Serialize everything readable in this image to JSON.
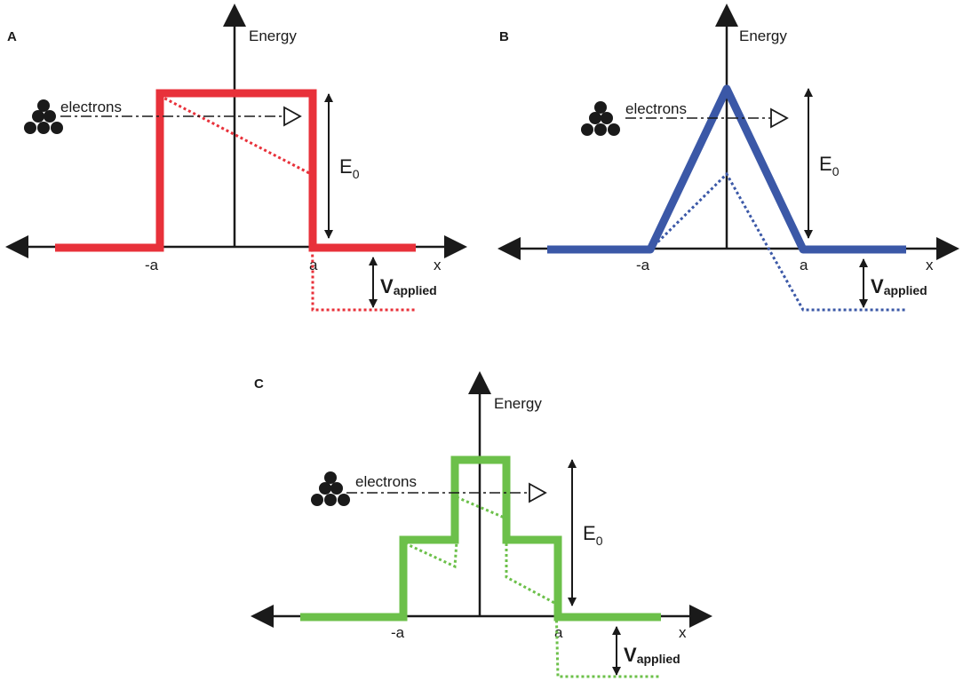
{
  "colors": {
    "axis": "#1a1a1a",
    "panel_a": "#e8313a",
    "panel_b": "#3b58a7",
    "panel_c": "#6cc04a"
  },
  "panels": [
    {
      "letter": "A",
      "y_axis_label": "Energy",
      "x_axis_label": "x",
      "tick_left": "-a",
      "tick_right": "a",
      "electrons_label": "electrons",
      "e0_main": "E",
      "e0_sub": "0",
      "v_main": "V",
      "v_sub": "applied",
      "barrier_shape": "rectangular"
    },
    {
      "letter": "B",
      "y_axis_label": "Energy",
      "x_axis_label": "x",
      "tick_left": "-a",
      "tick_right": "a",
      "electrons_label": "electrons",
      "e0_main": "E",
      "e0_sub": "0",
      "v_main": "V",
      "v_sub": "applied",
      "barrier_shape": "triangular"
    },
    {
      "letter": "C",
      "y_axis_label": "Energy",
      "x_axis_label": "x",
      "tick_left": "-a",
      "tick_right": "a",
      "electrons_label": "electrons",
      "e0_main": "E",
      "e0_sub": "0",
      "v_main": "V",
      "v_sub": "applied",
      "barrier_shape": "stepped"
    }
  ]
}
